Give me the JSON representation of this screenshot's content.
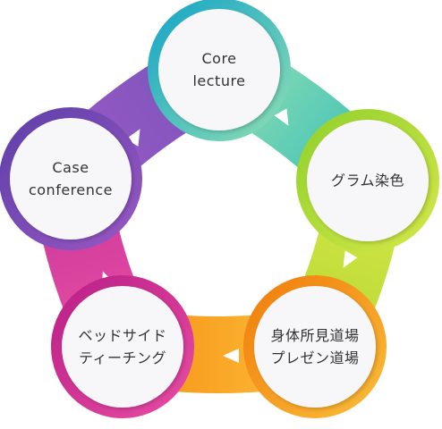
{
  "cycle": {
    "nodes": [
      {
        "id": "core-lecture",
        "label": "Core\nlecture",
        "color_start": "#12a3c8",
        "color_end": "#8fdfb2"
      },
      {
        "id": "gram-stain",
        "label": "グラム染色",
        "color_start": "#8fd02c",
        "color_end": "#d6e84a"
      },
      {
        "id": "physical-exam",
        "label": "身体所見道場\nプレゼン道場",
        "color_start": "#f07a0a",
        "color_end": "#fbbf3a"
      },
      {
        "id": "bedside-teaching",
        "label": "ベッドサイド\nティーチング",
        "color_start": "#b81e86",
        "color_end": "#e94da4"
      },
      {
        "id": "case-conference",
        "label": "Case\nconference",
        "color_start": "#5c3fa8",
        "color_end": "#9a58c4"
      }
    ],
    "connector_colors": [
      "#3cbfb8",
      "#b6d830",
      "#f78f14",
      "#c8399a",
      "#7a55bc"
    ],
    "arrow_color": "#ffffff"
  }
}
